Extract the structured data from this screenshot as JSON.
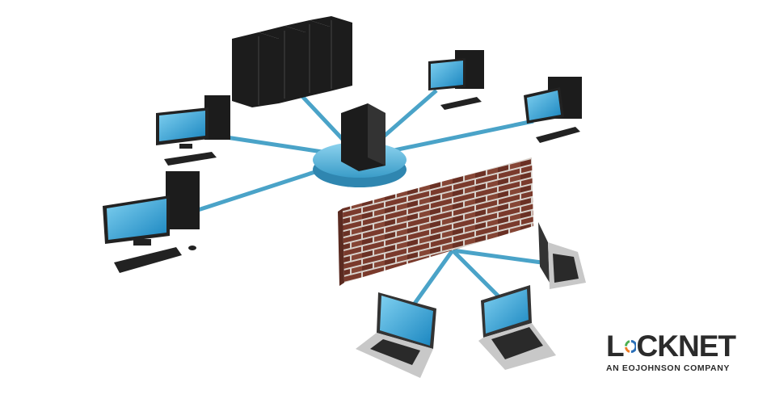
{
  "logo": {
    "first_letter": "L",
    "rest": "CKNET",
    "full_name": "LOCKNET",
    "tagline": "AN EOJOHNSON COMPANY",
    "o_colors": {
      "green": "#4caf50",
      "orange": "#f07a22",
      "blue": "#2a6fb8"
    }
  },
  "colors": {
    "network_link": "#4aa3c8",
    "hub": "#5bb7dc",
    "brick": "#7a3a2c",
    "mortar": "#d8d2cc",
    "device": "#1c1c1c",
    "screen": "#2fa0d8"
  }
}
